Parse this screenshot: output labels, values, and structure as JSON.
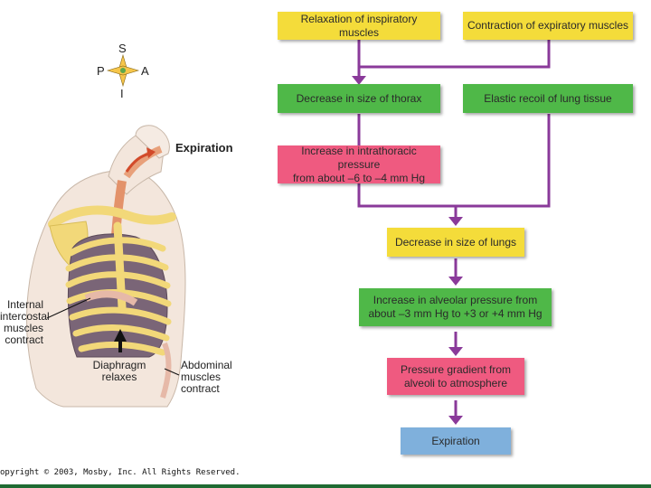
{
  "compass": {
    "s": "S",
    "p": "P",
    "a": "A",
    "i": "I"
  },
  "figure": {
    "expiration_label": "Expiration",
    "internal_intercostal": [
      "Internal",
      "intercostal",
      "muscles",
      "contract"
    ],
    "diaphragm": [
      "Diaphragm",
      "relaxes"
    ],
    "abdominal": [
      "Abdominal",
      "muscles",
      "contract"
    ],
    "copyright": "opyright © 2003, Mosby, Inc. All Rights Reserved."
  },
  "flowchart": {
    "relaxation": "Relaxation of inspiratory muscles",
    "contraction": "Contraction of expiratory muscles",
    "decrease_thorax": "Decrease in size of thorax",
    "elastic_recoil": "Elastic recoil of lung tissue",
    "intrathoracic": [
      "Increase in intrathoracic pressure",
      "from about –6 to –4 mm Hg"
    ],
    "decrease_lungs": "Decrease in size of lungs",
    "alveolar": [
      "Increase in alveolar pressure from",
      "about –3 mm Hg to +3 or +4 mm Hg"
    ],
    "gradient": [
      "Pressure gradient from",
      "alveoli to atmosphere"
    ],
    "expiration": "Expiration"
  },
  "colors": {
    "yellow": "#f4dc3a",
    "green": "#4fb848",
    "pink": "#ef5a80",
    "blue": "#7fb0dc",
    "arrow": "#8a3a9a"
  }
}
